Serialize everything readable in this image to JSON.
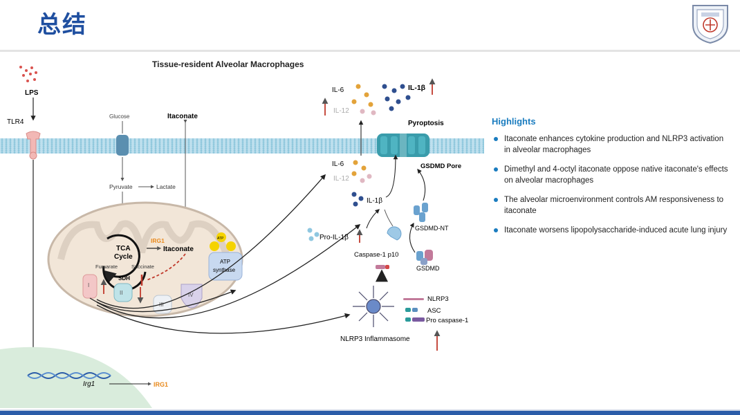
{
  "slide": {
    "title": "总结"
  },
  "figure": {
    "title": "Tissue-resident Alveolar Macrophages",
    "lps": "LPS",
    "tlr4": "TLR4",
    "glucose": "Glucose",
    "itaconate_top": "Itaconate",
    "pyruvate": "Pyruvate",
    "lactate": "Lactate",
    "tca": "TCA",
    "cycle": "Cycle",
    "irg1_enzyme": "IRG1",
    "itaconate_mito": "Itaconate",
    "fumarate": "Fumarate",
    "succinate": "Succinate",
    "sdh": "SDH",
    "atp": "ATP",
    "atp_synthase_1": "ATP",
    "atp_synthase_2": "synthase",
    "complex_1": "I",
    "complex_2": "II",
    "complex_3": "III",
    "complex_4": "IV",
    "il6_top": "IL-6",
    "il12_top": "IL-12",
    "il1b_top": "IL-1β",
    "pyroptosis": "Pyroptosis",
    "gsdmd_pore": "GSDMD Pore",
    "il6_mid": "IL-6",
    "il12_mid": "IL-12",
    "il1b_mid": "IL-1β",
    "gsdmd_nt": "GSDMD-NT",
    "pro_il1b": "Pro-IL-1β",
    "caspase1": "Caspase-1 p10",
    "gsdmd": "GSDMD",
    "nlrp3": "NLRP3",
    "asc": "ASC",
    "pro_casp": "Pro caspase-1",
    "inflammasome": "NLRP3 Inflammasome",
    "irg1_gene": "Irg1",
    "irg1_protein": "IRG1"
  },
  "highlights": {
    "title": "Highlights",
    "items": [
      "Itaconate enhances cytokine production and NLRP3 activation in alveolar macrophages",
      "Dimethyl and 4-octyl itaconate oppose native itaconate's effects on alveolar macrophages",
      "The alveolar microenvironment controls AM responsiveness to itaconate",
      "Itaconate worsens lipopolysaccharide-induced acute lung injury"
    ]
  },
  "colors": {
    "title": "#1f4fa0",
    "highlight_accent": "#1a7cbf",
    "membrane": "#bfe0ee",
    "up_arrow": "#c0392b",
    "irg1_orange": "#e8891c",
    "pore_teal": "#3a9cab"
  }
}
